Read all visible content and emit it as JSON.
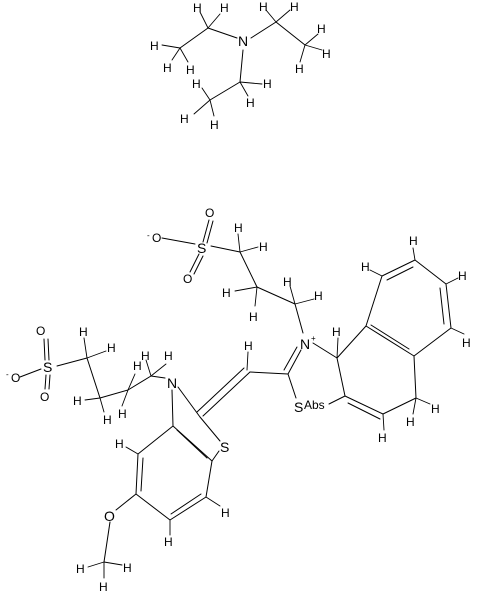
{
  "molecule": {
    "amine_N": "N",
    "cation_N": "N",
    "cation_charge": "+",
    "ring_N": "N",
    "thiazole_S1": "S",
    "thiazole_S1_label": "Abs",
    "thiazole_S2": "S",
    "methoxy_O": "O",
    "sulfonate1": {
      "S": "S",
      "O_single": "O",
      "O_top": "O",
      "O_bottom": "O",
      "charge": "-"
    },
    "sulfonate2": {
      "S": "S",
      "O_single": "O",
      "O_top": "O",
      "O_bottom": "O",
      "charge": "-"
    },
    "H": "H"
  }
}
